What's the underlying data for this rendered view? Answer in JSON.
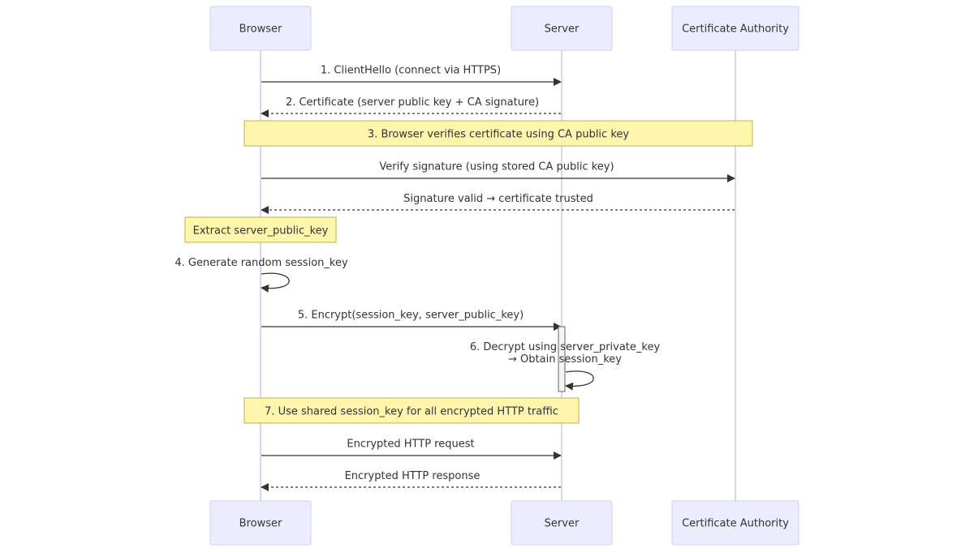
{
  "diagram": {
    "type": "sequence",
    "actors": [
      {
        "id": "browser",
        "label": "Browser"
      },
      {
        "id": "server",
        "label": "Server"
      },
      {
        "id": "ca",
        "label": "Certificate Authority"
      }
    ],
    "steps": [
      {
        "kind": "message",
        "from": "browser",
        "to": "server",
        "style": "solid",
        "label": "1. ClientHello (connect via HTTPS)"
      },
      {
        "kind": "message",
        "from": "server",
        "to": "browser",
        "style": "dashed",
        "label": "2. Certificate (server public key + CA signature)"
      },
      {
        "kind": "note",
        "over": [
          "browser",
          "ca"
        ],
        "label": "3. Browser verifies certificate using CA public key"
      },
      {
        "kind": "message",
        "from": "browser",
        "to": "ca",
        "style": "solid",
        "label": "Verify signature (using stored CA public key)"
      },
      {
        "kind": "message",
        "from": "ca",
        "to": "browser",
        "style": "dashed",
        "label": "Signature valid → certificate trusted"
      },
      {
        "kind": "note",
        "over": [
          "browser"
        ],
        "label": "Extract server_public_key"
      },
      {
        "kind": "self",
        "actor": "browser",
        "label": "4. Generate random session_key"
      },
      {
        "kind": "message",
        "from": "browser",
        "to": "server",
        "style": "solid",
        "label": "5. Encrypt(session_key, server_public_key)",
        "activates": "server"
      },
      {
        "kind": "self",
        "actor": "server",
        "label_lines": [
          "6. Decrypt using server_private_key",
          "→ Obtain session_key"
        ],
        "deactivates": "server"
      },
      {
        "kind": "note",
        "over": [
          "browser",
          "server"
        ],
        "label": "7. Use shared session_key for all encrypted HTTP traffic"
      },
      {
        "kind": "message",
        "from": "browser",
        "to": "server",
        "style": "solid",
        "label": "Encrypted HTTP request"
      },
      {
        "kind": "message",
        "from": "server",
        "to": "browser",
        "style": "dashed",
        "label": "Encrypted HTTP response"
      }
    ]
  }
}
